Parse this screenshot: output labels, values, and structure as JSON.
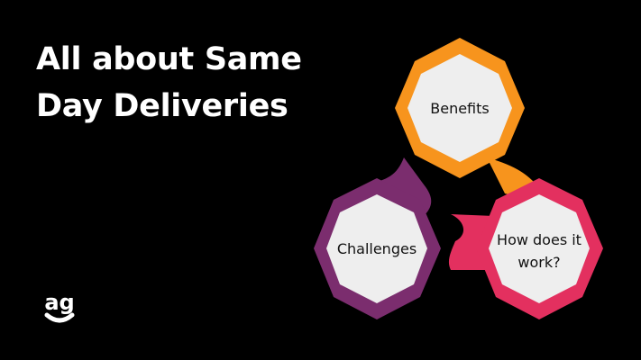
{
  "title": {
    "line1": "All about Same",
    "line2": "Day Deliveries"
  },
  "logo": {
    "text": "ag",
    "icon": "ag-smile-logo"
  },
  "diagram": {
    "nodes": [
      {
        "label_lines": [
          "Benefits"
        ],
        "color": "#F7941D"
      },
      {
        "label_lines": [
          "Challenges"
        ],
        "color": "#7B2D6E"
      },
      {
        "label_lines": [
          "How does it",
          "work?"
        ],
        "color": "#E3305F"
      }
    ],
    "inner_fill": "#EEEEEE"
  },
  "colors": {
    "background": "#000000",
    "text": "#FFFFFF",
    "orange": "#F7941D",
    "purple": "#7B2D6E",
    "pink": "#E3305F"
  }
}
